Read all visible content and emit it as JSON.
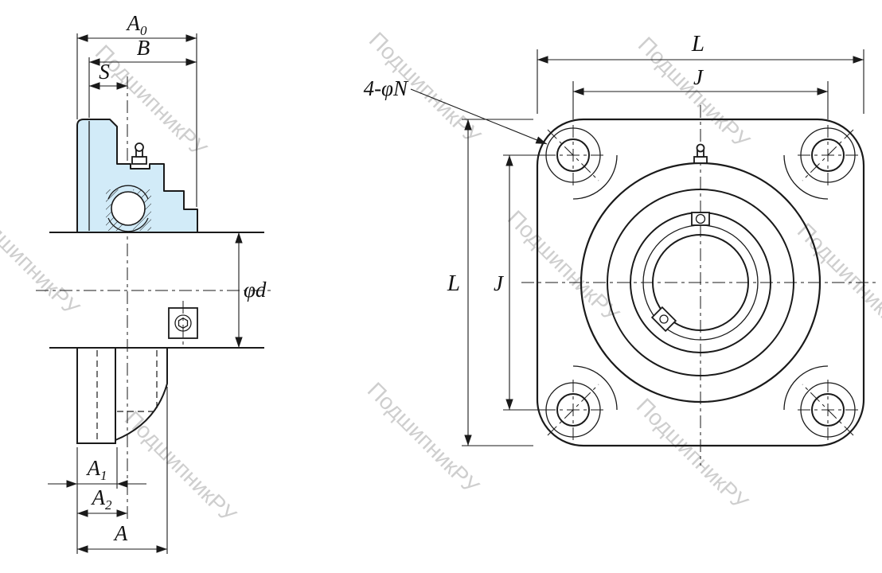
{
  "colors": {
    "line": "#1a1a1a",
    "section_fill": "#d2ebf8",
    "watermark": "#c3c3c3"
  },
  "watermark": {
    "text": "ПодшипникРУ"
  },
  "left_view": {
    "dims": {
      "A0": {
        "base": "A",
        "sub": "0"
      },
      "B": "B",
      "S": "S",
      "phi_d": "φd",
      "A1": {
        "base": "A",
        "sub": "1"
      },
      "A2": {
        "base": "A",
        "sub": "2"
      },
      "A": "A"
    }
  },
  "right_view": {
    "dims": {
      "L_top": "L",
      "J_top": "J",
      "L_side": "L",
      "J_side": "J",
      "bolt_holes": "4-φN"
    }
  }
}
